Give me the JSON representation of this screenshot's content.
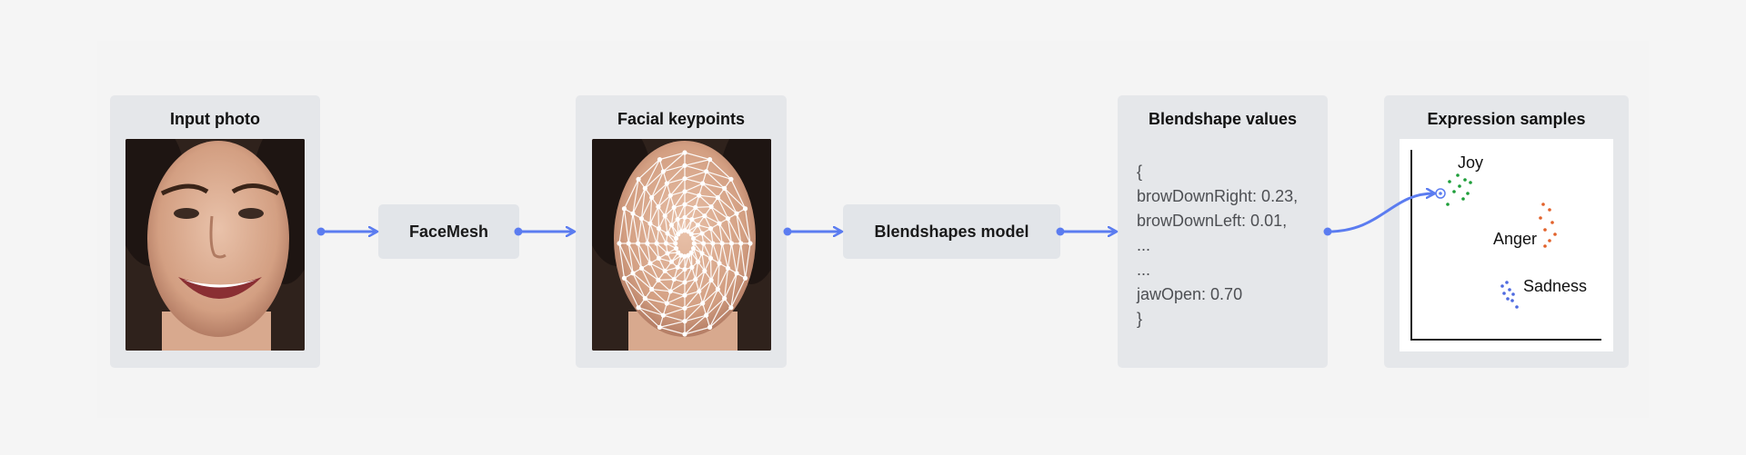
{
  "panels": {
    "input_photo": {
      "title": "Input photo"
    },
    "facial_keypoints": {
      "title": "Facial keypoints"
    },
    "blendshape_values": {
      "title": "Blendshape values",
      "lines": [
        "{",
        "browDownRight: 0.23,",
        "browDownLeft: 0.01,",
        "...",
        "...",
        "jawOpen: 0.70",
        "}"
      ]
    },
    "expression_samples": {
      "title": "Expression samples",
      "clusters": {
        "joy": {
          "label": "Joy",
          "color": "#1e9e3a"
        },
        "anger": {
          "label": "Anger",
          "color": "#e2622b"
        },
        "sadness": {
          "label": "Sadness",
          "color": "#4f6be0"
        }
      }
    }
  },
  "steps": {
    "facemesh": {
      "label": "FaceMesh"
    },
    "blendshapes_model": {
      "label": "Blendshapes model"
    }
  },
  "colors": {
    "arrow": "#5b7cf0",
    "panel_bg": "#e5e7ea",
    "page_bg": "#f5f5f5"
  }
}
